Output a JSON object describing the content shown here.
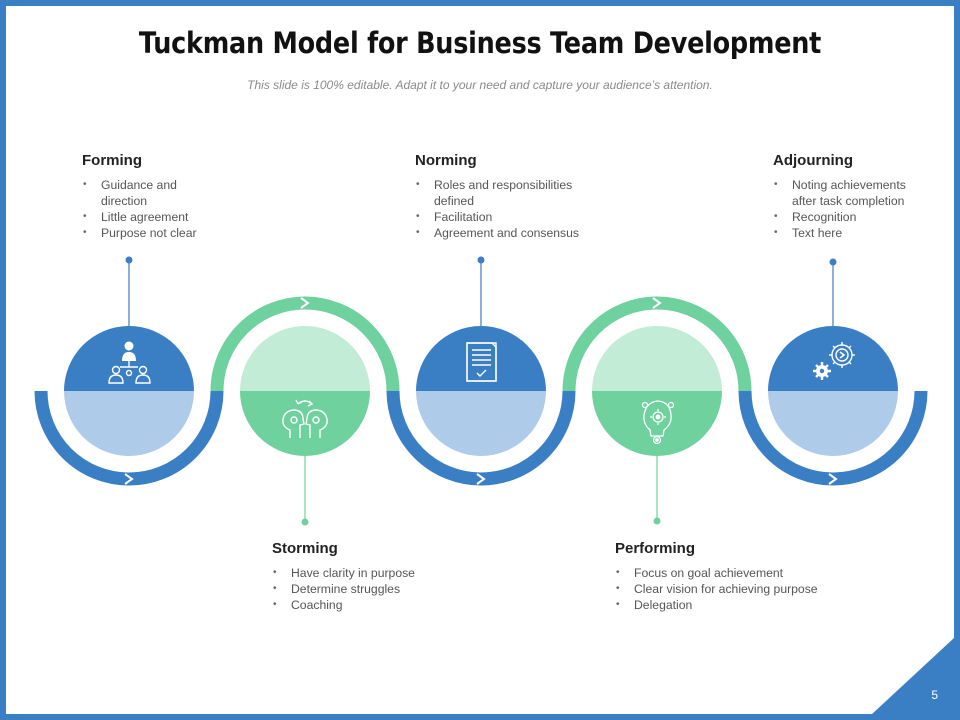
{
  "title": "Tuckman Model for Business Team Development",
  "subtitle": "This slide is 100% editable. Adapt it to your need and capture your audience’s attention.",
  "page_number": "5",
  "colors": {
    "blue": "#3a7fc4",
    "light_blue": "#aecbea",
    "green": "#6fd19e",
    "light_green": "#c3ecd6",
    "border": "#3a7fc4"
  },
  "stages": [
    {
      "name": "Forming",
      "icon": "team-hierarchy-icon",
      "items": [
        "Guidance and direction",
        "Little agreement",
        "Purpose not clear"
      ]
    },
    {
      "name": "Storming",
      "icon": "brainstorm-heads-icon",
      "items": [
        "Have clarity in purpose",
        "Determine struggles",
        "Coaching"
      ]
    },
    {
      "name": "Norming",
      "icon": "document-check-icon",
      "items": [
        "Roles and responsibilities defined",
        "Facilitation",
        "Agreement and consensus"
      ]
    },
    {
      "name": "Performing",
      "icon": "bulb-gears-icon",
      "items": [
        "Focus on goal achievement",
        "Clear vision for achieving purpose",
        "Delegation"
      ]
    },
    {
      "name": "Adjourning",
      "icon": "gears-icon",
      "items": [
        "Noting achievements after task completion",
        "Recognition",
        "Text here"
      ]
    }
  ]
}
